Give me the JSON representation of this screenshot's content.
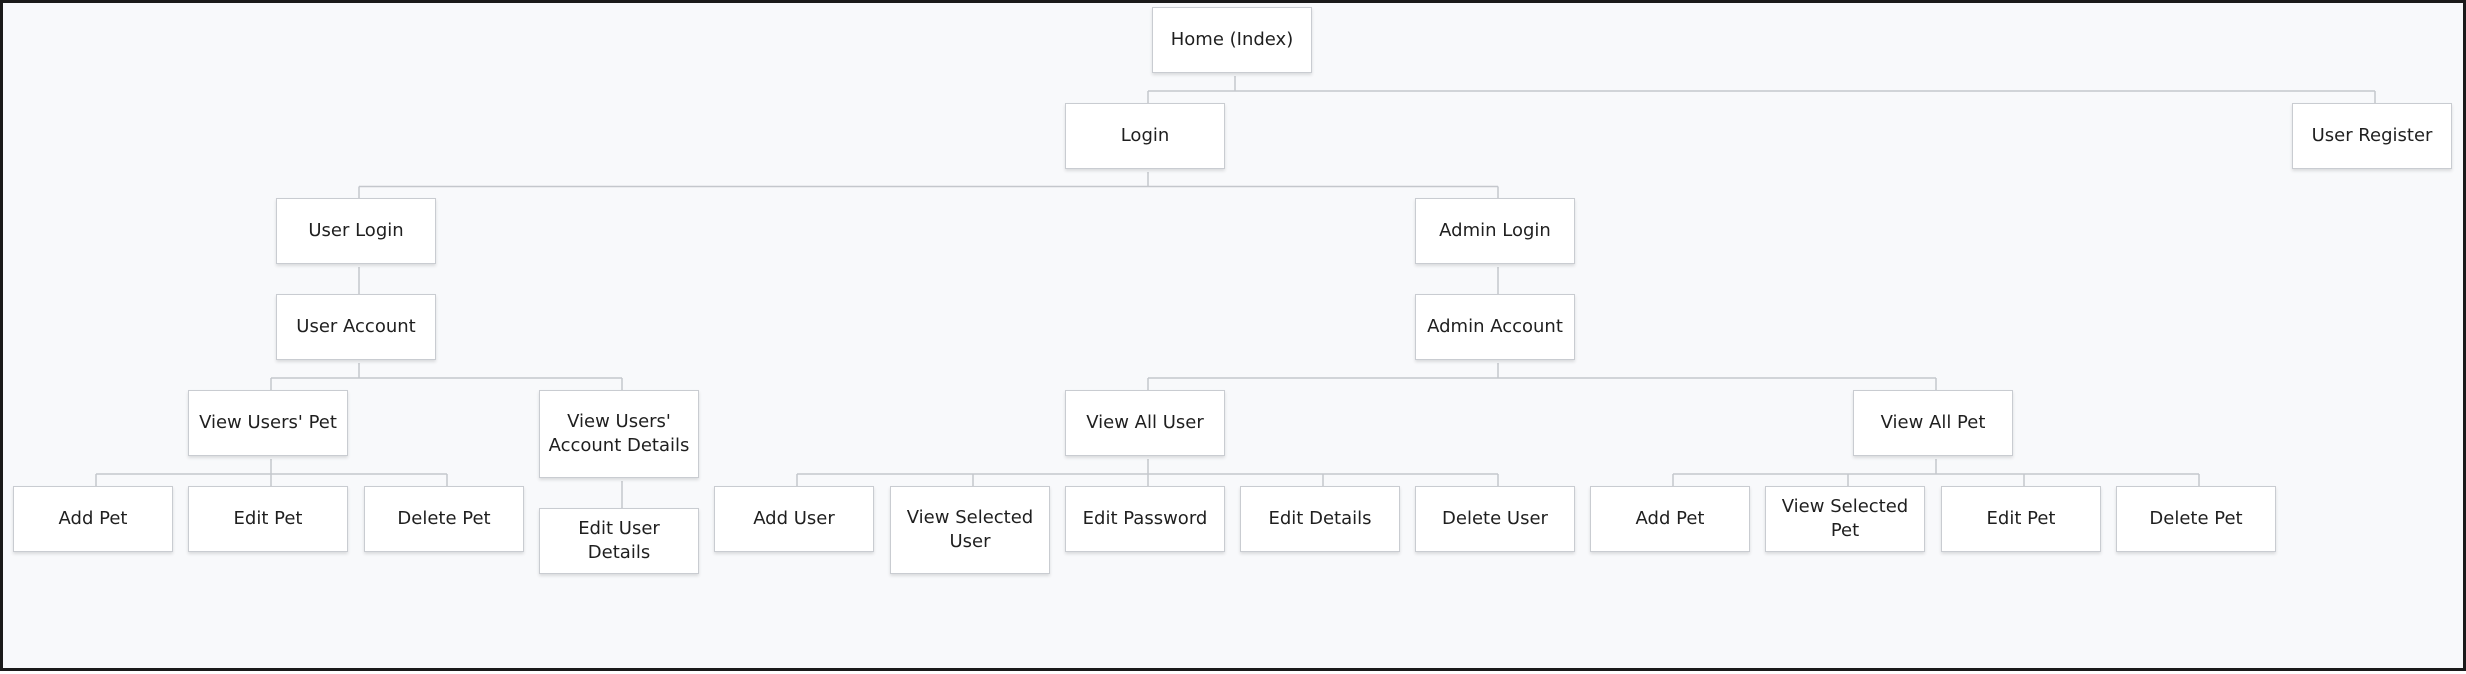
{
  "diagram": {
    "line_color": "#c4c7cc",
    "nodes": {
      "home": "Home (Index)",
      "login": "Login",
      "user_register": "User Register",
      "user_login": "User Login",
      "admin_login": "Admin Login",
      "user_account": "User Account",
      "admin_account": "Admin Account",
      "view_users_pet": "View Users' Pet",
      "view_users_account_details": "View Users'\nAccount Details",
      "view_all_user": "View All User",
      "view_all_pet": "View All Pet",
      "add_pet_user": "Add Pet",
      "edit_pet_user": "Edit Pet",
      "delete_pet_user": "Delete Pet",
      "edit_user_details": "Edit User Details",
      "add_user": "Add User",
      "view_selected_user": "View Selected\nUser",
      "edit_password": "Edit Password",
      "edit_details": "Edit Details",
      "delete_user": "Delete User",
      "add_pet_admin": "Add Pet",
      "view_selected_pet": "View Selected Pet",
      "edit_pet_admin": "Edit Pet",
      "delete_pet_admin": "Delete Pet"
    },
    "edges": [
      [
        "home",
        "login"
      ],
      [
        "home",
        "user_register"
      ],
      [
        "login",
        "user_login"
      ],
      [
        "login",
        "admin_login"
      ],
      [
        "user_login",
        "user_account"
      ],
      [
        "admin_login",
        "admin_account"
      ],
      [
        "user_account",
        "view_users_pet"
      ],
      [
        "user_account",
        "view_users_account_details"
      ],
      [
        "view_users_pet",
        "add_pet_user"
      ],
      [
        "view_users_pet",
        "edit_pet_user"
      ],
      [
        "view_users_pet",
        "delete_pet_user"
      ],
      [
        "view_users_account_details",
        "edit_user_details"
      ],
      [
        "admin_account",
        "view_all_user"
      ],
      [
        "admin_account",
        "view_all_pet"
      ],
      [
        "view_all_user",
        "add_user"
      ],
      [
        "view_all_user",
        "view_selected_user"
      ],
      [
        "view_all_user",
        "edit_password"
      ],
      [
        "view_all_user",
        "edit_details"
      ],
      [
        "view_all_user",
        "delete_user"
      ],
      [
        "view_all_pet",
        "add_pet_admin"
      ],
      [
        "view_all_pet",
        "view_selected_pet"
      ],
      [
        "view_all_pet",
        "edit_pet_admin"
      ],
      [
        "view_all_pet",
        "delete_pet_admin"
      ]
    ]
  }
}
